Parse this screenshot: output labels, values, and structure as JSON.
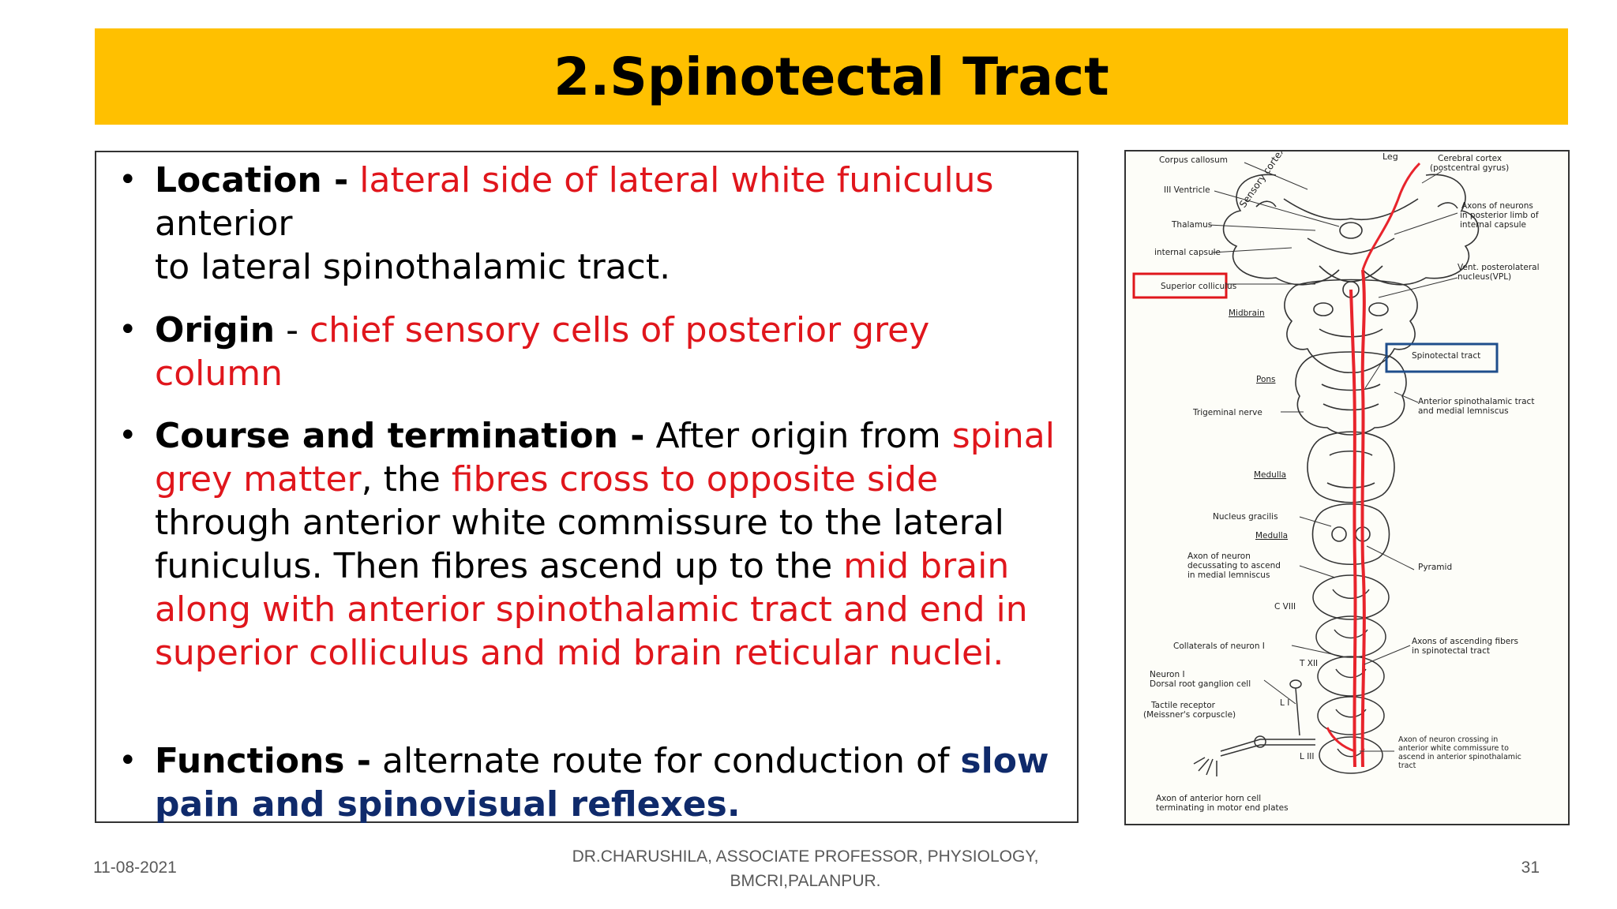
{
  "slide": {
    "title": "2.Spinotectal Tract"
  },
  "bullets": {
    "location": {
      "label": "Location -",
      "red": "lateral side of lateral white funiculus",
      "rest1": " anterior",
      "rest2": "to  lateral spinothalamic tract."
    },
    "origin": {
      "label": "Origin",
      "sep": " - ",
      "red": "chief sensory cells of posterior grey column"
    },
    "course": {
      "label": "Course and termination -",
      "t1": " After origin from  ",
      "r1": "spinal grey matter",
      "t2": ", the ",
      "r2": "fibres cross to  opposite side",
      "t3": " through anterior white commissure to the lateral funiculus. Then fibres ascend up to the ",
      "r3": "mid brain along with anterior spinothalamic tract and end in superior colliculus and mid brain reticular nuclei."
    },
    "functions": {
      "label": "Functions -",
      "t1": " alternate route for conduction of ",
      "navy": "slow pain and spinovisual reflexes."
    }
  },
  "figure": {
    "labels": {
      "corpus_callosum": "Corpus callosum",
      "third_ventricle": "III Ventricle",
      "thalamus": "Thalamus",
      "internal_capsule": "internal capsule",
      "superior_colliculus": "Superior colliculus",
      "midbrain": "Midbrain",
      "sensory_cortex": "Sensory cortex",
      "leg": "Leg",
      "cerebral_cortex_1": "Cerebral cortex",
      "cerebral_cortex_2": "(postcentral gyrus)",
      "axons_1": "Axons of neurons",
      "axons_2": "in posterior limb of",
      "axons_3": "internal capsule",
      "vpl_1": "Vent. posterolateral",
      "vpl_2": "nucleus(VPL)",
      "spinotectal": "Spinotectal tract",
      "pons": "Pons",
      "trigeminal": "Trigeminal nerve",
      "ast_1": "Anterior spinothalamic tract",
      "ast_2": "and medial lemniscus",
      "medulla_1": "Medulla",
      "nucleus_gracilis": "Nucleus gracilis",
      "medulla_2": "Medulla",
      "axon_neuron_1": "Axon of neuron",
      "axon_neuron_2": "decussating to ascend",
      "axon_neuron_3": "in medial lemniscus",
      "pyramid": "Pyramid",
      "c8": "C VIII",
      "collaterals": "Collaterals of neuron I",
      "t12": "T XII",
      "ascending_1": "Axons of ascending fibers",
      "ascending_2": "in spinotectal tract",
      "neuron1_1": "Neuron I",
      "neuron1_2": "Dorsal root ganglion cell",
      "l1": "L I",
      "tactile_1": "Tactile receptor",
      "tactile_2": "(Meissner's corpuscle)",
      "l3": "L III",
      "crossing_1": "Axon of neuron crossing in",
      "crossing_2": "anterior white commissure to",
      "crossing_3": "ascend in anterior spinothalamic",
      "crossing_4": "tract",
      "anterior_horn_1": "Axon of anterior horn cell",
      "anterior_horn_2": "terminating in motor end plates"
    },
    "colors": {
      "tract": "#e8242c",
      "highlight_red": "#e0161c",
      "highlight_blue": "#1f4e8c"
    }
  },
  "footer": {
    "date": "11-08-2021",
    "author_line1": "DR.CHARUSHILA, ASSOCIATE PROFESSOR, PHYSIOLOGY,",
    "author_line2": "BMCRI,PALANPUR.",
    "page": "31"
  }
}
